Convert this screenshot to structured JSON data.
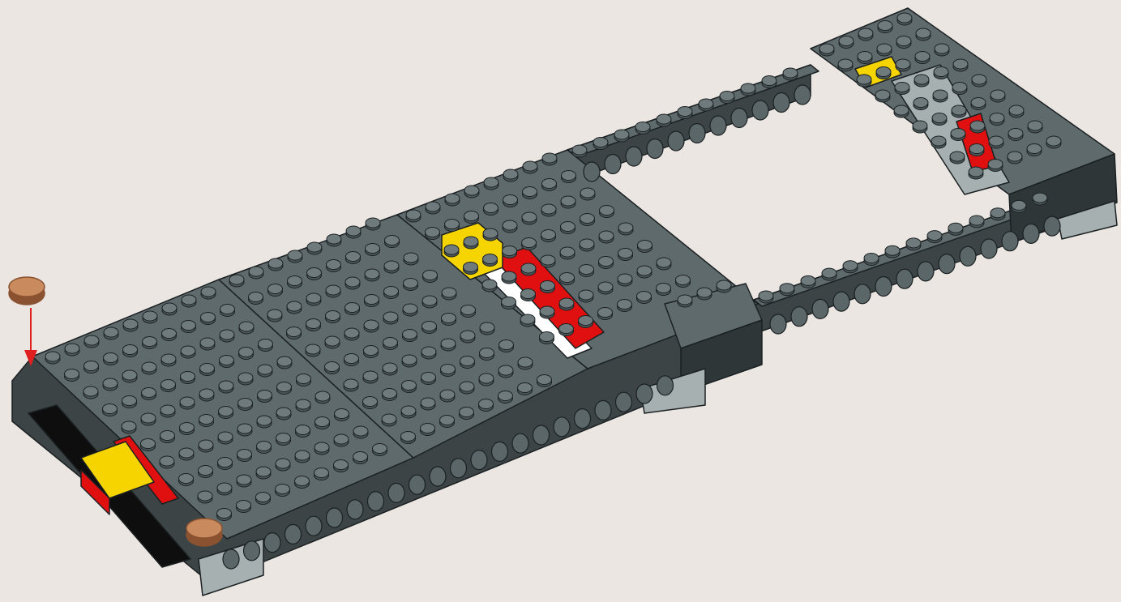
{
  "scene": {
    "background": "#ebe6e2",
    "colors": {
      "top": "#5f6a6c",
      "side_front": "#3c4446",
      "side_right": "#2f3638",
      "stud": "#4a5557",
      "stud_top": "#6e7a7c",
      "outline": "#1b2022",
      "hole": "#5a6668",
      "tile_light": "#a7b0b1",
      "tile_light_side": "#8a9596",
      "yellow": "#f5d400",
      "red": "#e01010",
      "black": "#0e0e0e",
      "copper": "#c98a5e",
      "copper_dark": "#8a5230",
      "arrow": "#e02020",
      "white": "#ffffff"
    },
    "parts": [
      {
        "name": "front-technic-beam",
        "kind": "beam"
      },
      {
        "name": "left-studded-plate",
        "kind": "plate"
      },
      {
        "name": "middle-studded-plate",
        "kind": "plate"
      },
      {
        "name": "right-studded-plate",
        "kind": "plate"
      },
      {
        "name": "open-frame",
        "kind": "frame"
      },
      {
        "name": "yellow-red-slider",
        "kind": "mechanism"
      },
      {
        "name": "copper-round-tile",
        "kind": "element"
      },
      {
        "name": "placement-arrow",
        "kind": "instruction"
      }
    ]
  }
}
